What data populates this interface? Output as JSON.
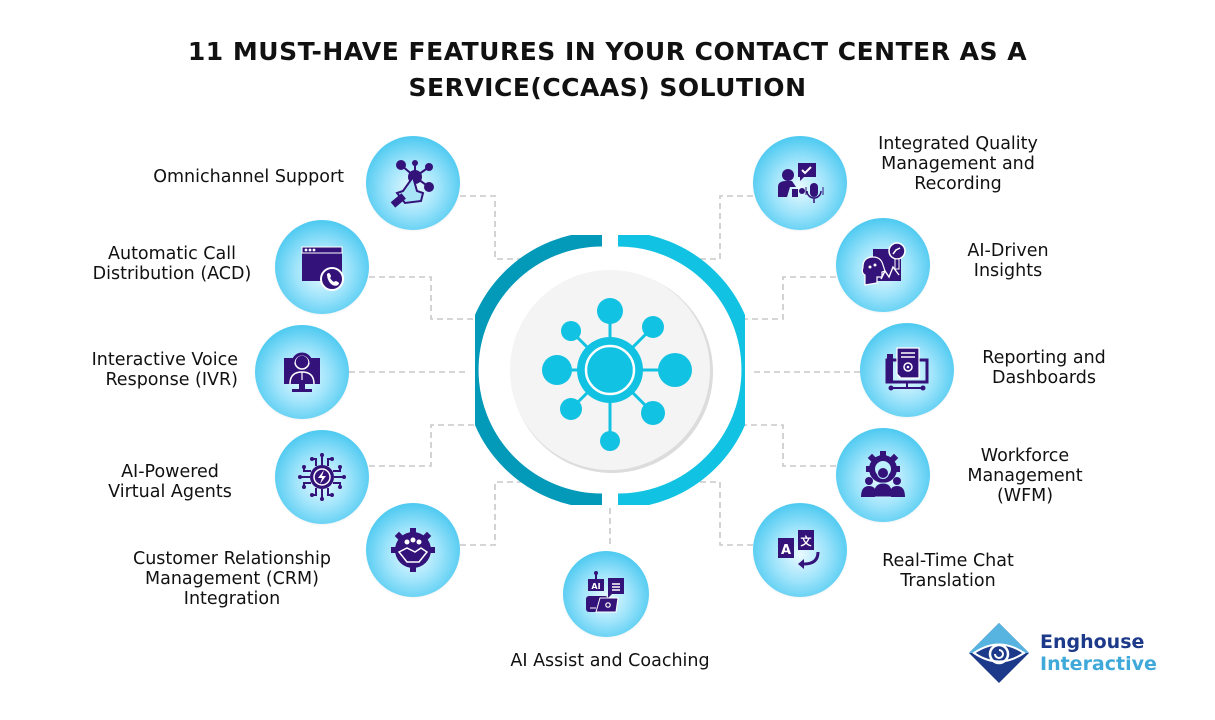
{
  "title": {
    "line1": "11 Must-Have Features in Your Contact Center as a",
    "line2": "Service(CCaaS) Solution"
  },
  "colors": {
    "ring_dark": "#0399b8",
    "ring_light": "#12c2e2",
    "hub_fill": "#f4f4f4",
    "icon_purple": "#33127a",
    "network_cyan": "#12c2e2",
    "connector": "#c8c8cc"
  },
  "hub": {
    "icon": "network-hub-icon"
  },
  "features": [
    {
      "id": "omnichannel",
      "label": "Omnichannel Support",
      "icon": "touch-network-icon",
      "side": "left"
    },
    {
      "id": "acd",
      "label": "Automatic Call\nDistribution (ACD)",
      "icon": "browser-phone-icon",
      "side": "left"
    },
    {
      "id": "ivr",
      "label": "Interactive Voice\nResponse (IVR)",
      "icon": "headset-agent-monitor-icon",
      "side": "left"
    },
    {
      "id": "virtual-agents",
      "label": "AI-Powered\nVirtual Agents",
      "icon": "circuit-gear-bolt-icon",
      "side": "left"
    },
    {
      "id": "crm",
      "label": "Customer Relationship\nManagement (CRM)\nIntegration",
      "icon": "gear-handshake-icon",
      "side": "left"
    },
    {
      "id": "ai-assist",
      "label": "AI Assist and Coaching",
      "icon": "ai-robot-laptop-icon",
      "side": "bottom"
    },
    {
      "id": "quality",
      "label": "Integrated Quality\nManagement and\nRecording",
      "icon": "agent-chat-microphone-icon",
      "side": "right"
    },
    {
      "id": "insights",
      "label": "AI-Driven\nInsights",
      "icon": "ai-head-magnifier-chart-icon",
      "side": "right"
    },
    {
      "id": "reporting",
      "label": "Reporting and\nDashboards",
      "icon": "report-monitor-gear-icon",
      "side": "right"
    },
    {
      "id": "wfm",
      "label": "Workforce\nManagement\n(WFM)",
      "icon": "gear-team-icon",
      "side": "right"
    },
    {
      "id": "translation",
      "label": "Real-Time Chat\nTranslation",
      "icon": "language-translate-icon",
      "side": "right"
    }
  ],
  "logo": {
    "line1": "Enghouse",
    "line2": "Interactive",
    "icon": "enghouse-eye-diamond-icon"
  }
}
